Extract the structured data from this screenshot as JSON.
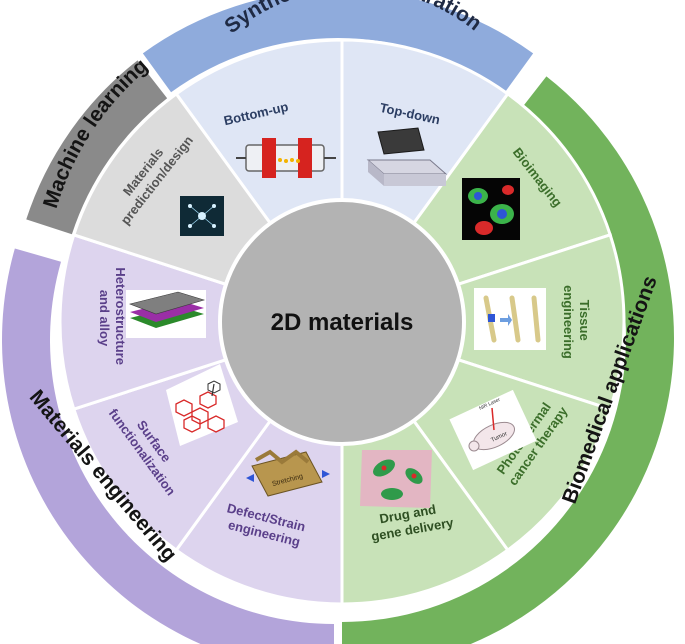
{
  "center_label": "2D materials",
  "categories": [
    {
      "key": "synthesis",
      "label": "Synthesis and preparation",
      "color": "#8fabdc",
      "text_color": "#1f2a44"
    },
    {
      "key": "biomedical",
      "label": "Biomedical applications",
      "color": "#72b35c",
      "text_color": "#141414"
    },
    {
      "key": "engineering",
      "label": "Materials engineering",
      "color": "#b3a4da",
      "text_color": "#141414"
    },
    {
      "key": "ml",
      "label": "Machine learning",
      "color": "#8a8a8a",
      "text_color": "#141414"
    }
  ],
  "slices": [
    {
      "label": "Bottom-up",
      "fill": "#dfe6f5",
      "text_color": "#2c3e63"
    },
    {
      "label": "Top-down",
      "fill": "#dfe6f5",
      "text_color": "#2c3e63"
    },
    {
      "label": "Bioimaging",
      "fill": "#c8e2b8",
      "text_color": "#3b6e2a"
    },
    {
      "label": "Tissue engineering",
      "fill": "#c8e2b8",
      "text_color": "#3b6e2a"
    },
    {
      "label": "Photothermal cancer therapy",
      "fill": "#c8e2b8",
      "text_color": "#3b6e2a"
    },
    {
      "label": "Drug and gene delivery",
      "fill": "#c8e2b8",
      "text_color": "#3b6e2a"
    },
    {
      "label": "Defect/Strain engineering",
      "fill": "#ddd4ee",
      "text_color": "#5a3f8a"
    },
    {
      "label": "Surface functionalization",
      "fill": "#ddd4ee",
      "text_color": "#5a3f8a"
    },
    {
      "label": "Heterostructure and alloy",
      "fill": "#ddd4ee",
      "text_color": "#5a3f8a"
    },
    {
      "label": "Materials prediction/design",
      "fill": "#dcdcdc",
      "text_color": "#555555"
    }
  ],
  "image_texts": {
    "tumor": "Tumor",
    "nir_laser": "NIR Laser",
    "stretching": "Stretching"
  }
}
